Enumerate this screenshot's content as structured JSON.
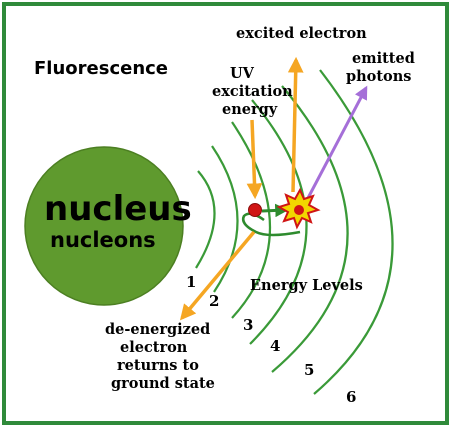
{
  "title": "Fluorescence",
  "nucleus": {
    "label": "nucleus",
    "sublabel": "nucleons"
  },
  "labels": {
    "excited_electron": "excited electron",
    "uv_line1": "UV",
    "uv_line2": "excitation",
    "uv_line3": "energy",
    "emitted_line1": "emitted",
    "emitted_line2": "photons",
    "energy_levels": "Energy Levels",
    "return_line1": "de-energized",
    "return_line2": "electron",
    "return_line3": "returns to",
    "return_line4": "ground state"
  },
  "levels": [
    "1",
    "2",
    "3",
    "4",
    "5",
    "6"
  ],
  "colors": {
    "border": "#2f8a3a",
    "nucleus_fill": "#5f9a2e",
    "nucleus_stroke": "#4c7f22",
    "arc": "#3a9a38",
    "uv_arrow": "#f5a623",
    "photon_arrow": "#a56fd8",
    "electron": "#d01515",
    "burst": "#f2d600"
  }
}
